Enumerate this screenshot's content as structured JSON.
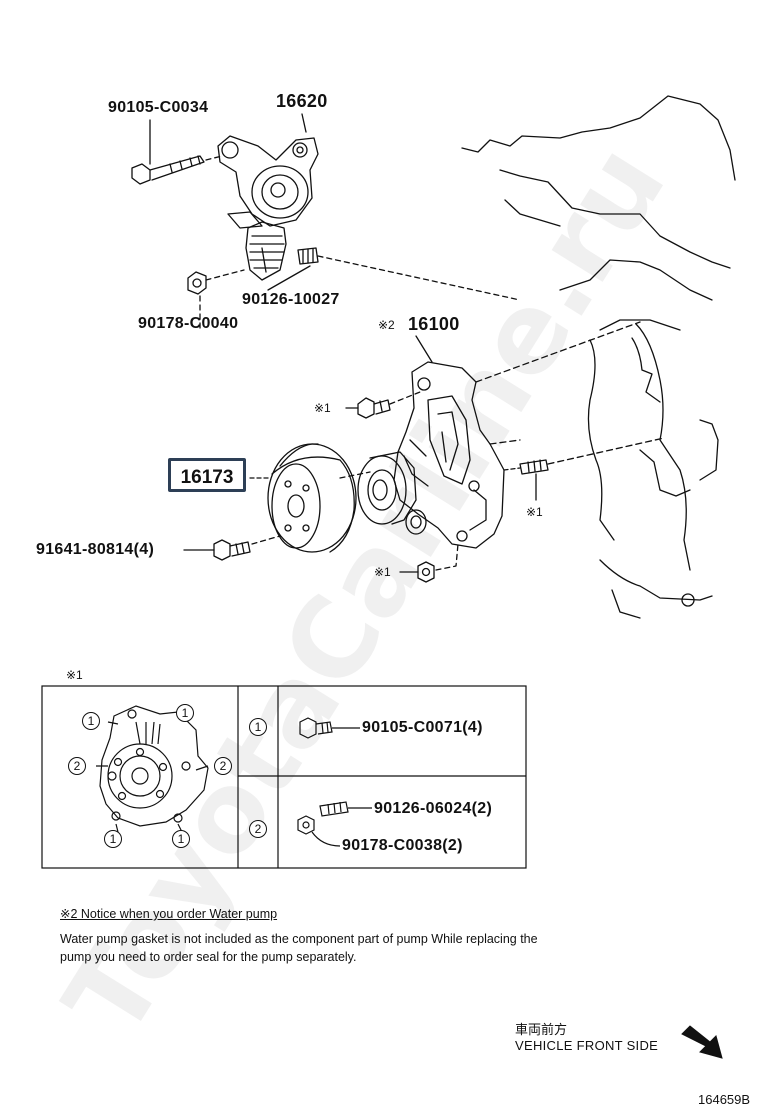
{
  "parts": {
    "bolt_tensioner": "90105-C0034",
    "tensioner": "16620",
    "stud_tensioner": "90126-10027",
    "nut_tensioner": "90178-C0040",
    "water_pump_mark": "※2",
    "water_pump": "16100",
    "pump_bolt_mark": "※1",
    "pulley": "16173",
    "pulley_bolt": "91641-80814(4)",
    "stud_mark": "※1",
    "nut_mark": "※1"
  },
  "table": {
    "mark": "※1",
    "row1_index": "1",
    "row1_part": "90105-C0071(4)",
    "row2_index": "2",
    "row2_part_a": "90126-06024(2)",
    "row2_part_b": "90178-C0038(2)"
  },
  "notice": {
    "title": "※2 Notice when you order Water pump",
    "body": "Water pump gasket is not included as the component part of pump While replacing the pump you need to order seal for the pump separately."
  },
  "direction": {
    "label_jp": "車両前方",
    "label_en": "VEHICLE FRONT SIDE"
  },
  "reference": "164659B",
  "watermark": "ToyotaCarline.ru"
}
